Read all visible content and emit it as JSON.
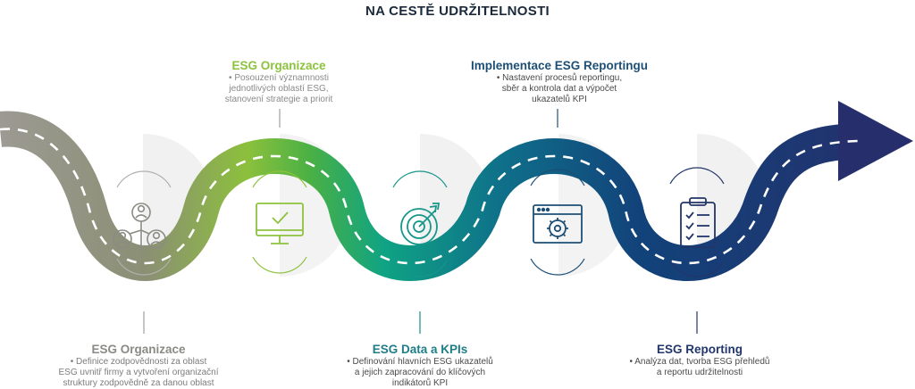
{
  "title": "NA CESTĚ UDRŽITELNOSTI",
  "steps": [
    {
      "heading": "ESG Organizace",
      "lines": [
        "• Definice zodpovědnosti za oblast",
        "ESG uvnitř firmy a vytvoření organizační",
        "struktury zodpovědně za danou oblast"
      ],
      "icon": "people-network-icon",
      "color": "#8b8b84"
    },
    {
      "heading": "ESG Organizace",
      "lines": [
        "• Posouzení významnosti",
        "jednotlivých oblastí ESG,",
        "stanovení strategie a priorit"
      ],
      "icon": "monitor-check-icon",
      "color": "#8dc23e"
    },
    {
      "heading": "ESG Data a KPIs",
      "lines": [
        "• Definování hlavních ESG ukazatelů",
        "a jejich zapracování do klíčových",
        "indikátorů KPI"
      ],
      "icon": "target-icon",
      "color": "#1f8a8c"
    },
    {
      "heading": "Implementace ESG Reportingu",
      "lines": [
        "• Nastavení procesů reportingu,",
        "sběr a kontrola dat a výpočet",
        "ukazatelů KPI"
      ],
      "icon": "browser-gear-icon",
      "color": "#1d4f76"
    },
    {
      "heading": "ESG Reporting",
      "lines": [
        "• Analýza dat, tvorba ESG přehledů",
        "a reportu udržitelnosti"
      ],
      "icon": "clipboard-checklist-icon",
      "color": "#22366a"
    }
  ]
}
